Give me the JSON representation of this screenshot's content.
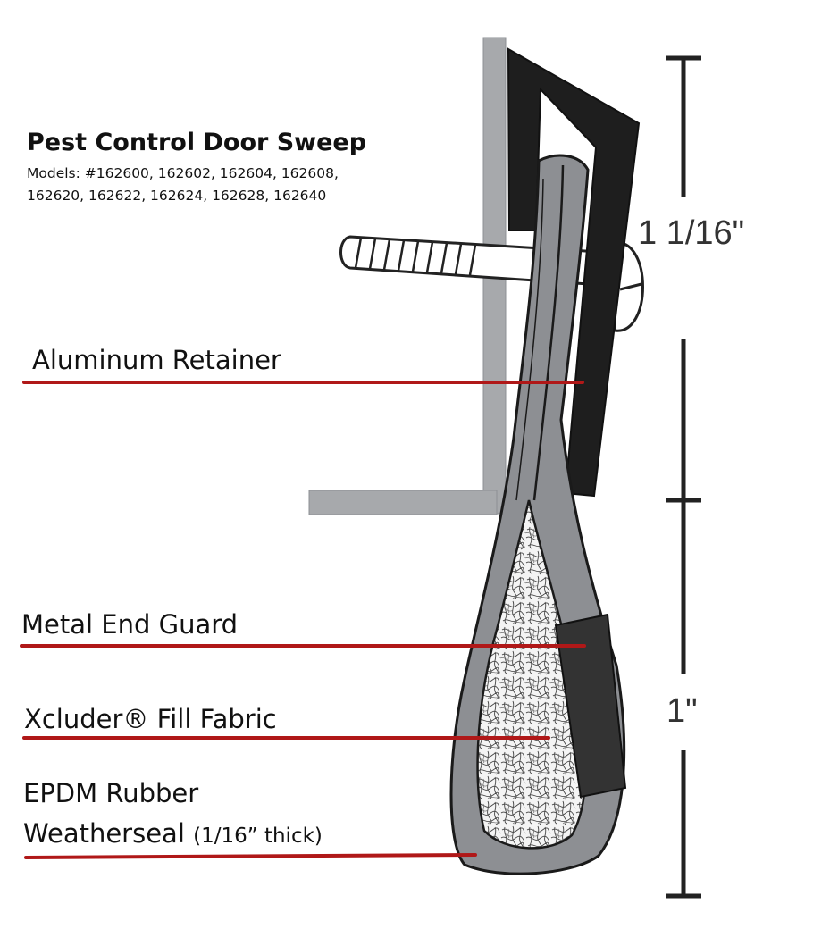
{
  "title": "Pest Control Door Sweep",
  "models_line1": "Models: #162600, 162602, 162604, 162608,",
  "models_line2": "162620, 162622, 162624, 162628, 162640",
  "labels": {
    "aluminum_retainer": "Aluminum Retainer",
    "metal_end_guard": "Metal End Guard",
    "fill_fabric": "Xcluder® Fill Fabric",
    "epdm_line1": "EPDM Rubber",
    "epdm_line2": "Weatherseal",
    "epdm_thickness": "(1/16” thick)"
  },
  "dimensions": {
    "top": "1 1/16\"",
    "bottom": "1\""
  },
  "colors": {
    "leader_line": "#b01818",
    "retainer": "#a7a9ac",
    "rubber": "#8d8f93",
    "guard": "#333333",
    "outline": "#1a1a1a"
  }
}
